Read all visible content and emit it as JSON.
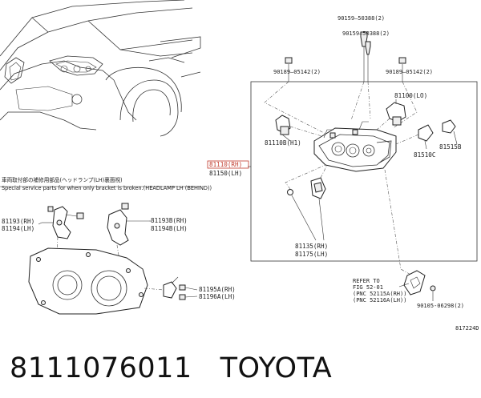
{
  "diagram": {
    "labels": {
      "p90159_top": "90159–50388(2)",
      "p90159_mid": "90159–50388(2)",
      "p90189_left": "90189–05142(2)",
      "p90189_right": "90189–05142(2)",
      "p81100": "81100(LO)",
      "p81110b": "81110B(H1)",
      "p81510c": "81510C",
      "p81515b": "81515B",
      "p81110_rh": "81110(RH)",
      "p81150_lh": "81150(LH)",
      "p81193_rh": "81193(RH)",
      "p81194_lh": "81194(LH)",
      "p81193b_rh": "81193B(RH)",
      "p81194b_lh": "81194B(LH)",
      "p81135_rh": "81135(RH)",
      "p81175_lh": "81175(LH)",
      "p81195a_rh": "81195A(RH)",
      "p81196a_lh": "81196A(LH)",
      "refer_1": "REFER TO",
      "refer_2": "FIG 52-01",
      "refer_3": "(PNC 52115A(RH))",
      "refer_4": "(PNC 52116A(LH))",
      "p90105": "90105-06298(2)",
      "figure_id": "817224D"
    },
    "note_jp": "車両取付部の補修用部品(ヘッドランプ(LH)裏面視)",
    "note_en": "Special service parts for when only bracket is broken.(HEADLAMP LH (BEHIND))"
  },
  "caption": {
    "part_number": "8111076011",
    "brand": "TOYOTA"
  }
}
